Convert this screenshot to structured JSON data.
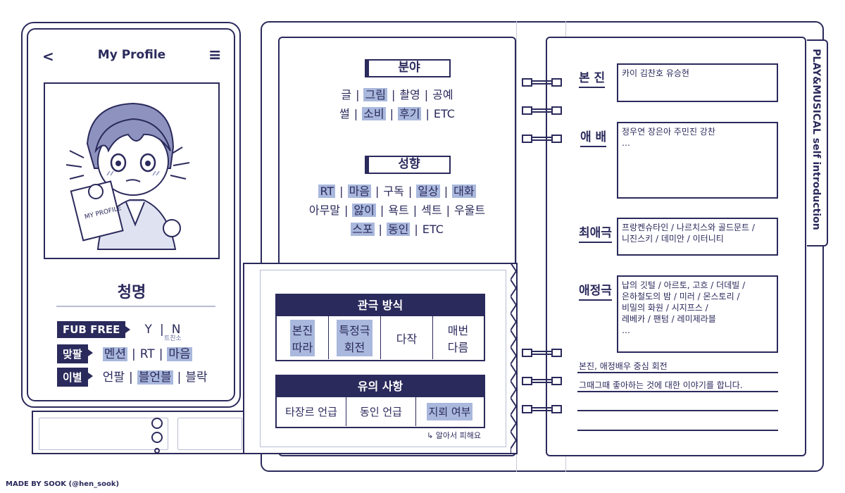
{
  "phone": {
    "title": "My Profile",
    "back_glyph": "<",
    "menu_glyph": "≡",
    "name": "청명",
    "drawing_sign": "MY PROFILE",
    "fub": {
      "label": "FUB FREE",
      "y": "Y",
      "sep": "|",
      "n": "N",
      "note": "트친소"
    },
    "follow": {
      "label": "맞팔",
      "items": [
        "멘션",
        "RT",
        "마음"
      ]
    },
    "farewell": {
      "label": "이별",
      "items": [
        "언팔",
        "블언블",
        "블락"
      ]
    }
  },
  "left_page": {
    "field": {
      "title": "분야",
      "row1": [
        "글",
        "그림",
        "촬영",
        "공예"
      ],
      "row2": [
        "썰",
        "소비",
        "후기",
        "ETC"
      ]
    },
    "tendency": {
      "title": "성향",
      "row1": [
        "RT",
        "마음",
        "구독",
        "일상",
        "대화"
      ],
      "row2": [
        "아무말",
        "앓이",
        "욕트",
        "섹트",
        "우울트"
      ],
      "row3": [
        "스포",
        "동인",
        "ETC"
      ]
    }
  },
  "ticket": {
    "viewing": {
      "title": "관극 방식",
      "cells": [
        "본진\n따라",
        "특정극\n회전",
        "다작",
        "매번\n다름"
      ]
    },
    "caution": {
      "title": "유의 사항",
      "cells": [
        "타장르 언급",
        "동인 언급",
        "지뢰 여부"
      ],
      "note": "알아서 피해요"
    }
  },
  "right_page": {
    "side_tab": "PLAY&MUSICAL self introduction",
    "main": {
      "label": "본 진",
      "text": "카이 김찬호 유승현"
    },
    "actors": {
      "label": "애 배",
      "text": "정우연 장은아 주민진 강찬\n…"
    },
    "favorite": {
      "label": "최애극",
      "text": "프랑켄슈타인 / 나르치스와 골드문트 /\n니진스키 / 데미안 / 이터니티"
    },
    "loved": {
      "label": "애정극",
      "text": "납의 깃털 / 아르토, 고흐 / 더데빌 /\n은하철도의 밤 / 미러 / 몬스토리 /\n비밀의 화원 / 시지프스 /\n레베카 / 팬텀 / 레미제라블\n…"
    },
    "notes": [
      "본진, 애정배우 중심 회전",
      "그때그때 좋아하는 것에 대한 이야기를 합니다.",
      "",
      ""
    ]
  },
  "footer": {
    "credit": "MADE BY SOOK (@hen_sook)"
  },
  "colors": {
    "navy": "#2b2a5c",
    "highlight": "#a9b8dc",
    "background": "#ffffff"
  }
}
